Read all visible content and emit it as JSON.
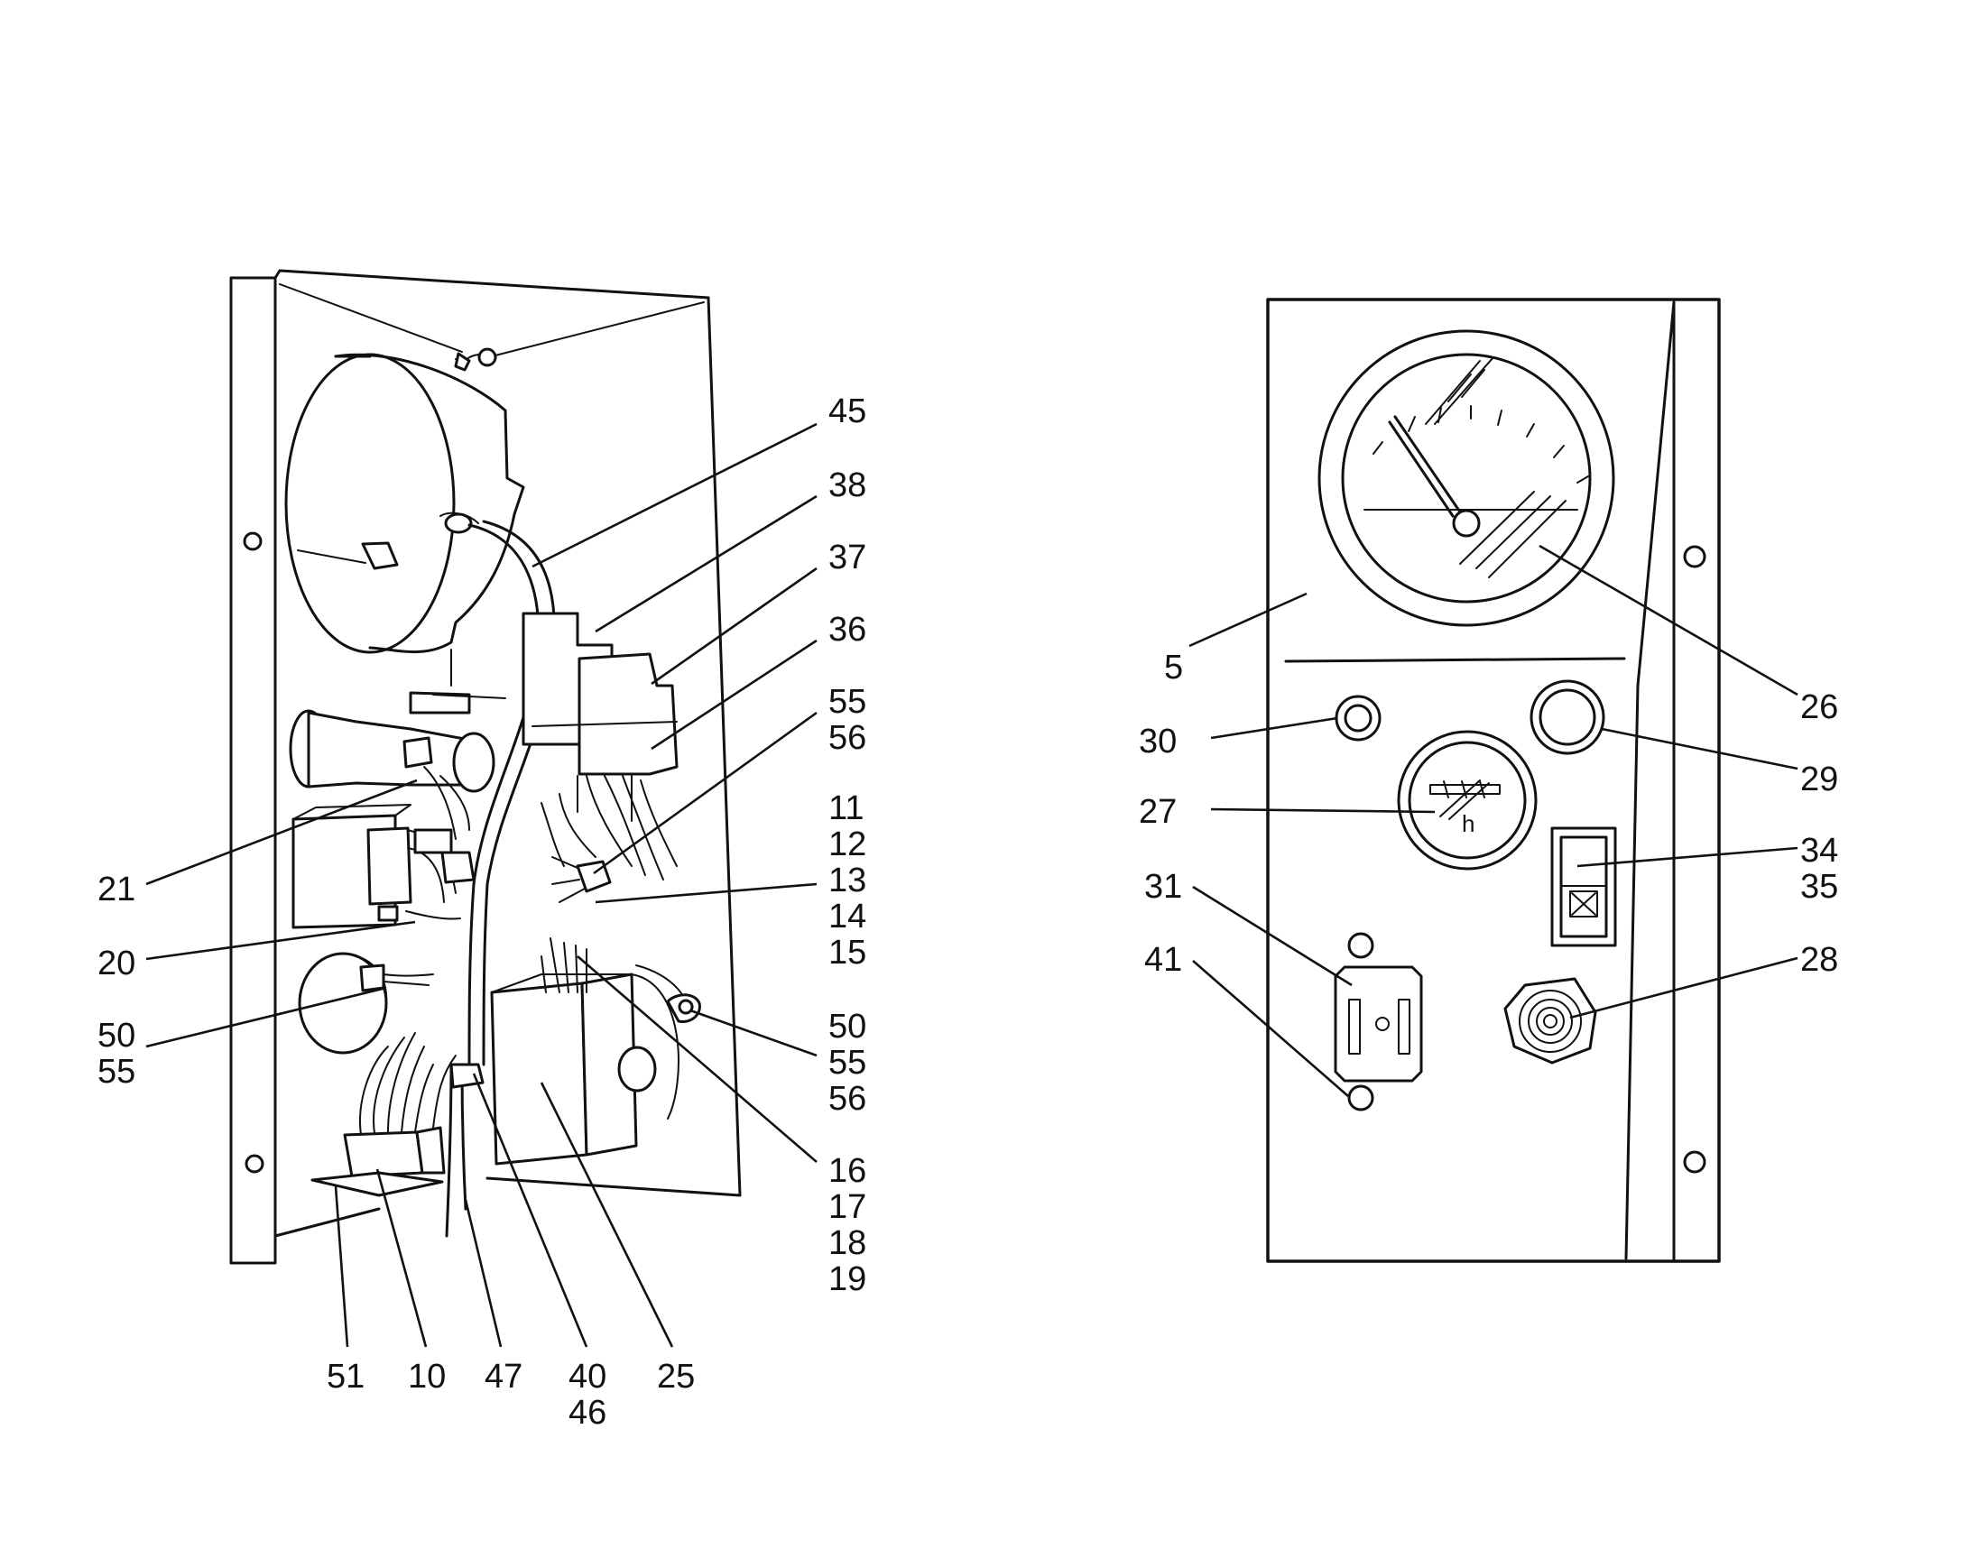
{
  "left_view": {
    "callouts": {
      "c45": "45",
      "c38": "38",
      "c37": "37",
      "c36": "36",
      "c55a": "55",
      "c56a": "56",
      "c11": "11",
      "c12": "12",
      "c13": "13",
      "c14": "14",
      "c15": "15",
      "c21": "21",
      "c20": "20",
      "c50a": "50",
      "c55b": "55",
      "c50b": "50",
      "c55c": "55",
      "c56b": "56",
      "c16": "16",
      "c17": "17",
      "c18": "18",
      "c19": "19",
      "c51": "51",
      "c10": "10",
      "c47": "47",
      "c40": "40",
      "c46": "46",
      "c25": "25"
    }
  },
  "right_view": {
    "callouts": {
      "c5": "5",
      "c26": "26",
      "c30": "30",
      "c29": "29",
      "c27": "27",
      "c34": "34",
      "c35": "35",
      "c31": "31",
      "c41": "41",
      "c28": "28"
    },
    "hour_meter_unit": "h"
  }
}
